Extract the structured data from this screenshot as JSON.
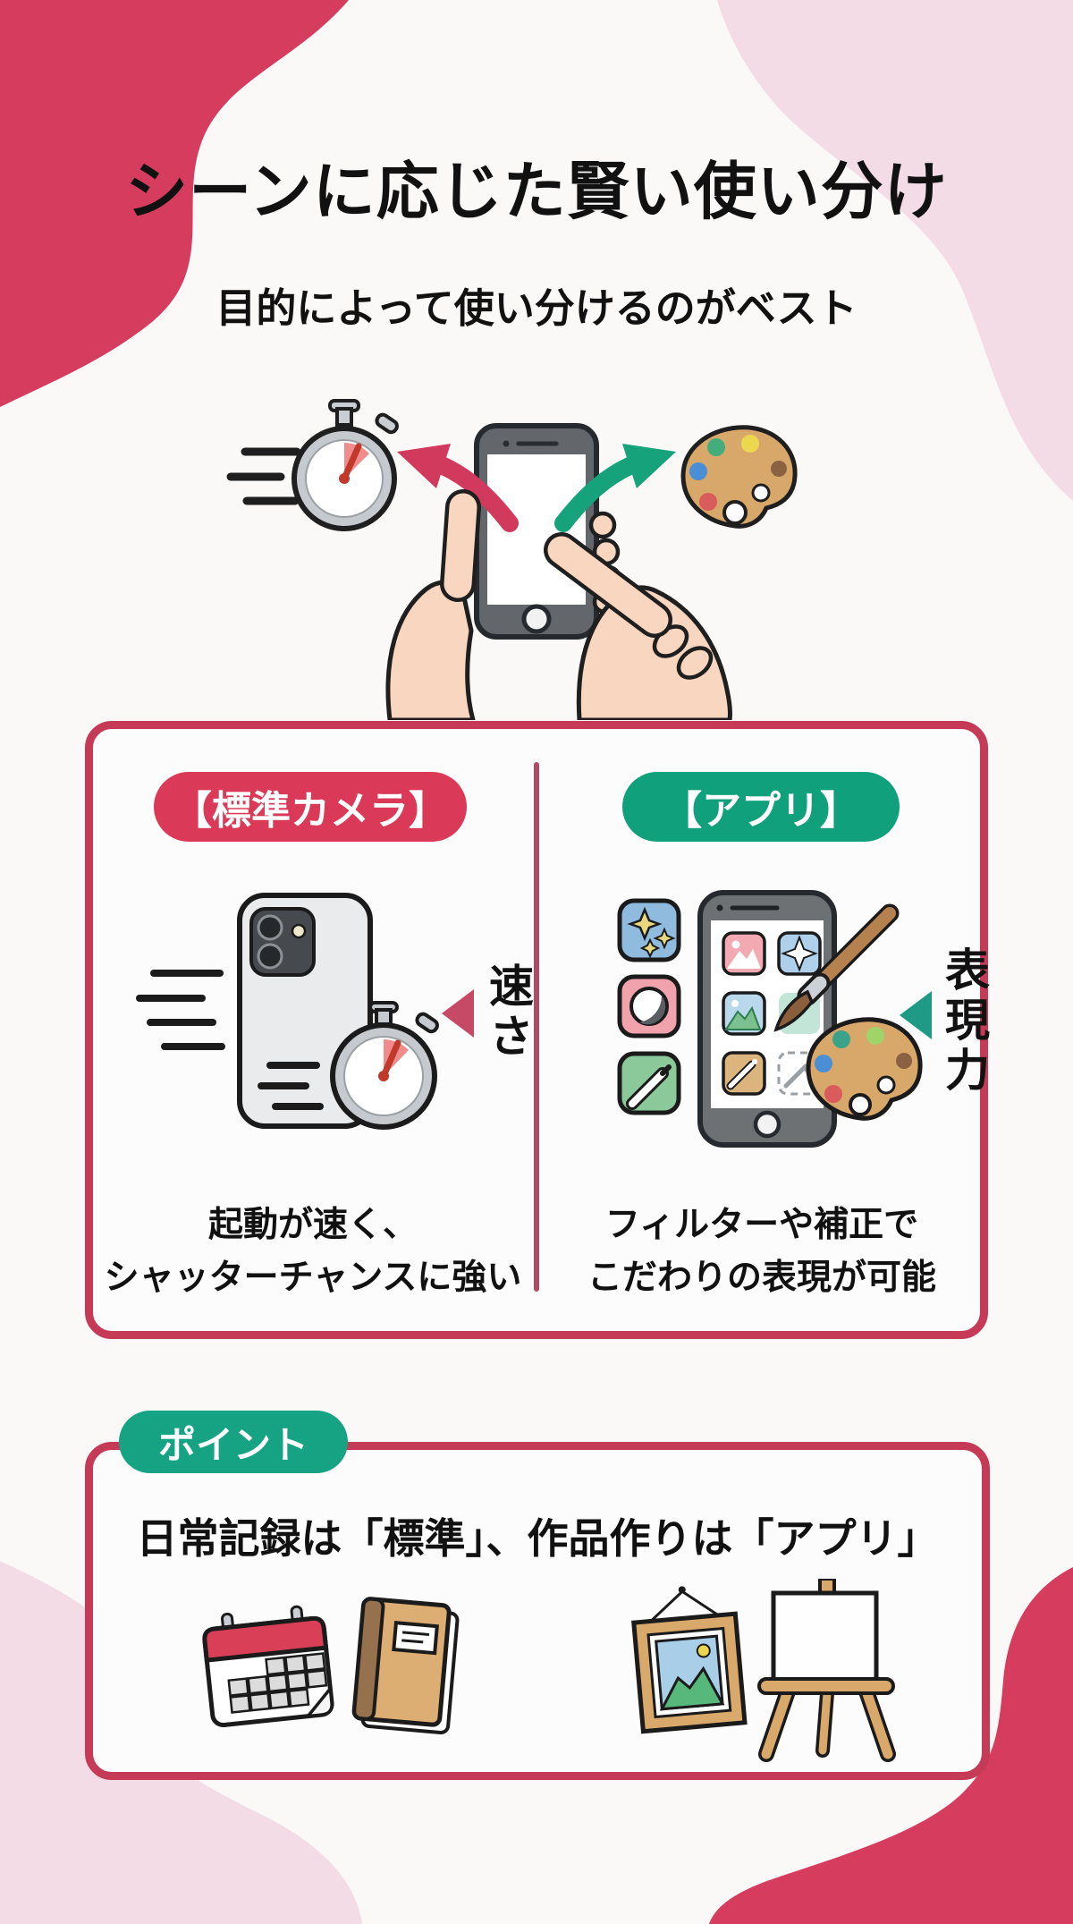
{
  "page": {
    "title": "シーンに応じた賢い使い分け",
    "subtitle": "目的によって使い分けるのがベスト"
  },
  "comparison": {
    "left": {
      "header": "【標準カメラ】",
      "metric_label": "速さ",
      "caption_line1": "起動が速く、",
      "caption_line2": "シャッターチャンスに強い"
    },
    "right": {
      "header": "【アプリ】",
      "metric_label": "表現力",
      "caption_line1": "フィルターや補正で",
      "caption_line2": "こだわりの表現が可能"
    }
  },
  "point": {
    "header": "ポイント",
    "text": "日常記録は「標準」、作品作りは「アプリ」"
  },
  "colors": {
    "crimson_blob": "#d63c5e",
    "light_pink_blob": "#f3dce6",
    "box_border": "#c43a57",
    "red_pill": "#da3a58",
    "green_pill": "#10a07c",
    "green_badge": "#16a383",
    "divider": "#b04a66",
    "red_triangle": "#c64a66",
    "green_triangle": "#1e9a86"
  },
  "icons": {
    "hero": [
      "speed-lines-icon",
      "stopwatch-icon",
      "smartphone-icon",
      "red-arrow-icon",
      "green-arrow-icon",
      "left-hand-icon",
      "right-hand-icon",
      "palette-icon"
    ],
    "left_column": [
      "phone-back-icon",
      "speed-lines-icon",
      "stopwatch-icon",
      "red-triangle-icon"
    ],
    "right_column": [
      "sparkle-app-icon",
      "contrast-app-icon",
      "brush-app-icon",
      "smartphone-icon",
      "paintbrush-icon",
      "palette-icon",
      "green-triangle-icon"
    ],
    "point_row": [
      "calendar-icon",
      "notebook-icon",
      "picture-frame-icon",
      "easel-icon"
    ]
  }
}
